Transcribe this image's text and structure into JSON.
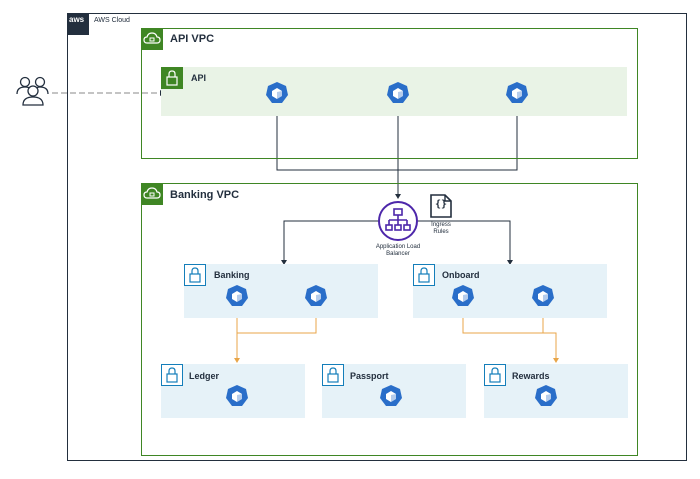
{
  "cloud": {
    "label": "AWS Cloud",
    "logo_text": "aws"
  },
  "api_vpc": {
    "title": "API VPC"
  },
  "api_subnet": {
    "title": "API"
  },
  "banking_vpc": {
    "title": "Banking VPC"
  },
  "alb": {
    "label_line1": "Application Load",
    "label_line2": "Balancer"
  },
  "ingress": {
    "label_line1": "Ingress",
    "label_line2": "Rules",
    "glyph": "{}"
  },
  "subnets": {
    "banking": "Banking",
    "onboard": "Onboard",
    "ledger": "Ledger",
    "passport": "Passport",
    "rewards": "Rewards"
  },
  "colors": {
    "vpc_border": "#3f8624",
    "subnet_green_fill": "#e9f3e6",
    "subnet_blue_fill": "#e6f2f8",
    "pod": "#2a6ec9",
    "alb": "#4d27aa",
    "orange_connector": "#e8a548",
    "dark": "#232f3e"
  },
  "icons": [
    "users-icon",
    "aws-logo-icon",
    "vpc-cloud-icon",
    "lock-icon",
    "kubernetes-pod-icon",
    "load-balancer-icon",
    "ingress-rules-icon"
  ]
}
